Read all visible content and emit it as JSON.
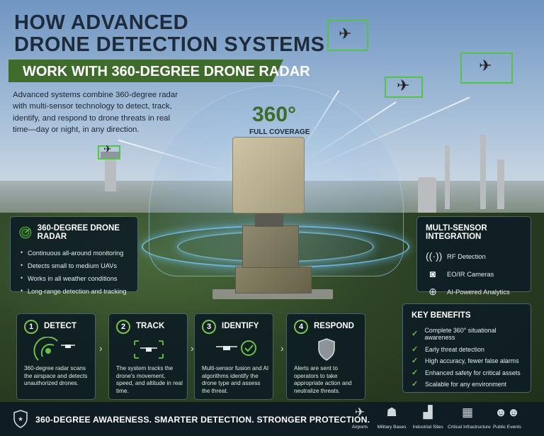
{
  "header": {
    "title_line1": "HOW ADVANCED",
    "title_line2": "DRONE DETECTION SYSTEMS",
    "banner": "WORK WITH 360-DEGREE DRONE RADAR",
    "intro": "Advanced systems combine 360-degree radar with multi-sensor technology to detect, track, identify, and respond to drone threats in real time—day or night, in any direction."
  },
  "coverage": {
    "degrees": "360°",
    "label": "FULL COVERAGE"
  },
  "radar_panel": {
    "title": "360-DEGREE DRONE RADAR",
    "items": [
      "Continuous all-around monitoring",
      "Detects small to medium UAVs",
      "Works in all weather conditions",
      "Long-range detection and tracking"
    ]
  },
  "sensor_panel": {
    "title": "MULTI-SENSOR INTEGRATION",
    "items": [
      {
        "label": "RF Detection",
        "icon": "rf-signal-icon"
      },
      {
        "label": "EO/IR Cameras",
        "icon": "camera-icon"
      },
      {
        "label": "AI-Powered Analytics",
        "icon": "ai-chip-icon"
      }
    ]
  },
  "benefits_panel": {
    "title": "KEY BENEFITS",
    "items": [
      "Complete 360° situational awareness",
      "Early threat detection",
      "High accuracy, fewer false alarms",
      "Enhanced safety for critical assets",
      "Scalable for any environment"
    ]
  },
  "steps": [
    {
      "num": "1",
      "title": "DETECT",
      "icon": "radar-waves-icon",
      "desc": "360-degree radar scans the airspace and detects unauthorized drones."
    },
    {
      "num": "2",
      "title": "TRACK",
      "icon": "drone-tracking-icon",
      "desc": "The system tracks the drone's movement, speed, and altitude in real time."
    },
    {
      "num": "3",
      "title": "IDENTIFY",
      "icon": "drone-check-icon",
      "desc": "Multi-sensor fusion and AI algorithms identify the drone type and assess the threat."
    },
    {
      "num": "4",
      "title": "RESPOND",
      "icon": "shield-icon",
      "desc": "Alerts are sent to operators to take appropriate action and neutralize threats."
    }
  ],
  "footer": {
    "tagline": "360-DEGREE AWARENESS. SMARTER DETECTION. STRONGER PROTECTION.",
    "sectors": [
      {
        "label": "Airports",
        "icon": "airplane-icon"
      },
      {
        "label": "Military Bases",
        "icon": "soldier-icon"
      },
      {
        "label": "Industrial Sites",
        "icon": "factory-icon"
      },
      {
        "label": "Critical Infrastructure",
        "icon": "building-icon"
      },
      {
        "label": "Public Events",
        "icon": "crowd-icon"
      }
    ]
  },
  "colors": {
    "accent_green": "#3f6b2d",
    "check_green": "#6cc04a",
    "panel_bg": "#0d1b24",
    "title_navy": "#1e2b3a"
  }
}
